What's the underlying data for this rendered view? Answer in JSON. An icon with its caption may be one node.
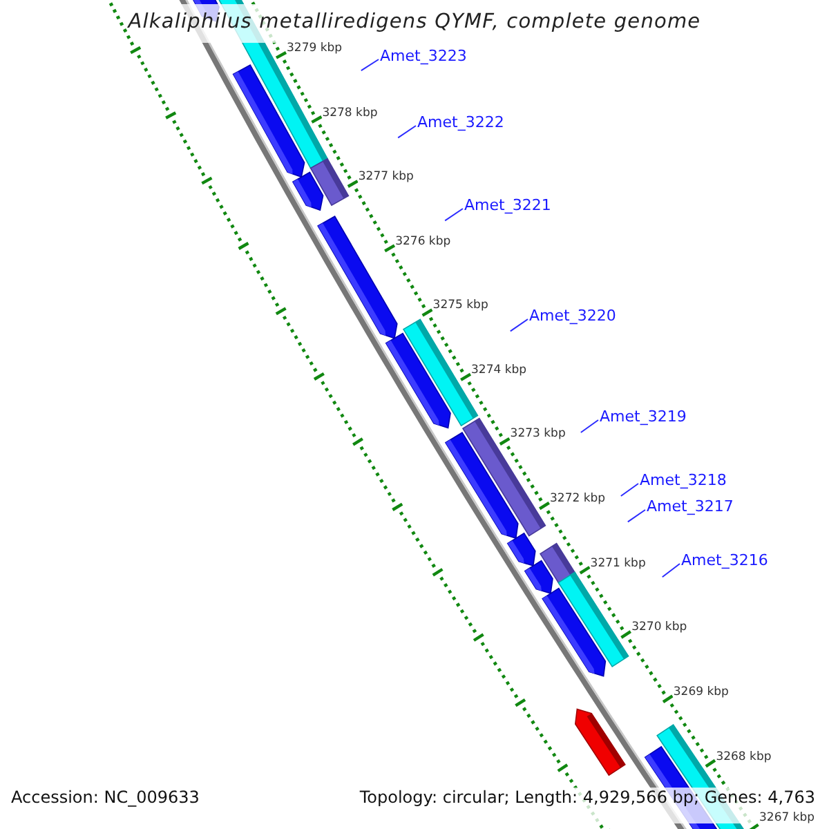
{
  "diagram": {
    "title": "Alkaliphilus metalliredigens QYMF, complete genome",
    "nodes": [
      {
        "text": [
          "Amet_3223"
        ]
      },
      {
        "text": [
          "Amet_3222"
        ]
      },
      {
        "text": [
          "Amet_3221"
        ]
      },
      {
        "text": [
          "Amet_3220"
        ]
      },
      {
        "text": [
          "Amet_3219"
        ]
      },
      {
        "text": [
          "Amet_3218"
        ]
      },
      {
        "text": [
          "Amet_3217"
        ]
      },
      {
        "text": [
          "Amet_3216"
        ]
      }
    ],
    "edges": [
      {
        "from": 0,
        "to": null,
        "arrow": "none"
      },
      {
        "from": 1,
        "to": null,
        "arrow": "none"
      },
      {
        "from": 2,
        "to": null,
        "arrow": "none"
      },
      {
        "from": 3,
        "to": null,
        "arrow": "none"
      },
      {
        "from": 4,
        "to": null,
        "arrow": "none"
      },
      {
        "from": 5,
        "to": null,
        "arrow": "none"
      },
      {
        "from": 6,
        "to": null,
        "arrow": "none"
      },
      {
        "from": 7,
        "to": null,
        "arrow": "none"
      }
    ],
    "labels": [
      "3279 kbp",
      "3278 kbp",
      "3277 kbp",
      "3276 kbp",
      "3275 kbp",
      "3274 kbp",
      "3273 kbp",
      "3272 kbp",
      "3271 kbp",
      "3270 kbp",
      "3269 kbp",
      "3268 kbp",
      "3267 kbp",
      "Accession: NC_009633",
      "Topology: circular; Length: 4,929,566 bp; Genes: 4,763"
    ]
  }
}
